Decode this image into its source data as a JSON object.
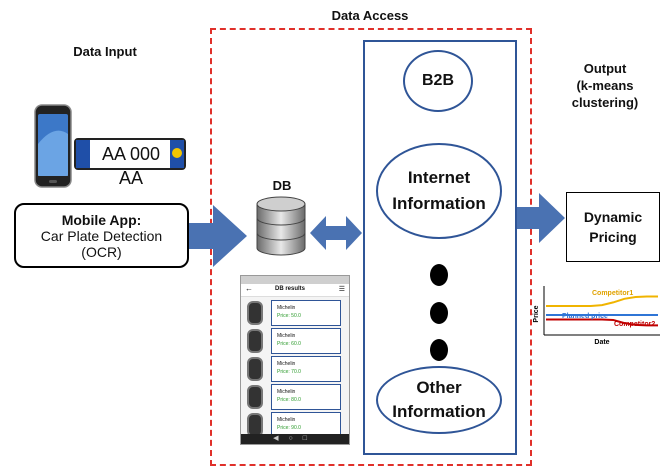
{
  "labels": {
    "data_input": "Data Input",
    "data_access": "Data Access",
    "db": "DB",
    "output": "Output\n(k-means\nclustering)"
  },
  "input": {
    "plate_text": "AA 000 AA",
    "mobile_app_title": "Mobile App:",
    "mobile_app_line2": "Car Plate Detection",
    "mobile_app_line3": "(OCR)"
  },
  "access": {
    "b2b": "B2B",
    "internet": "Internet Information",
    "other": "Other Information"
  },
  "db_screen": {
    "title": "DB results",
    "rows": [
      {
        "name": "Michelin",
        "price": "Price: 50.0"
      },
      {
        "name": "Michelin",
        "price": "Price: 60.0"
      },
      {
        "name": "Michelin",
        "price": "Price: 70.0"
      },
      {
        "name": "Michelin",
        "price": "Price: 80.0"
      },
      {
        "name": "Michelin",
        "price": "Price: 90.0"
      }
    ]
  },
  "dynamic_pricing": "Dynamic\nPricing",
  "chart_data": {
    "type": "line",
    "xlabel": "Date",
    "ylabel": "Price",
    "x": [
      0,
      1,
      2,
      3,
      4,
      5,
      6,
      7,
      8,
      9,
      10
    ],
    "series": [
      {
        "name": "Competitor1",
        "color": "#f0b400",
        "values": [
          6,
          6,
          6,
          6,
          6,
          6.2,
          6.8,
          7.6,
          8.0,
          8.1,
          8.1
        ]
      },
      {
        "name": "Planned price",
        "color": "#2f75d6",
        "values": [
          4,
          4,
          4,
          4,
          4,
          4,
          4,
          4,
          4,
          4,
          4
        ]
      },
      {
        "name": "Competitor2",
        "color": "#c00000",
        "values": [
          3,
          3,
          3,
          3,
          3,
          3,
          2.9,
          2.2,
          1.8,
          1.7,
          1.7
        ]
      }
    ]
  }
}
